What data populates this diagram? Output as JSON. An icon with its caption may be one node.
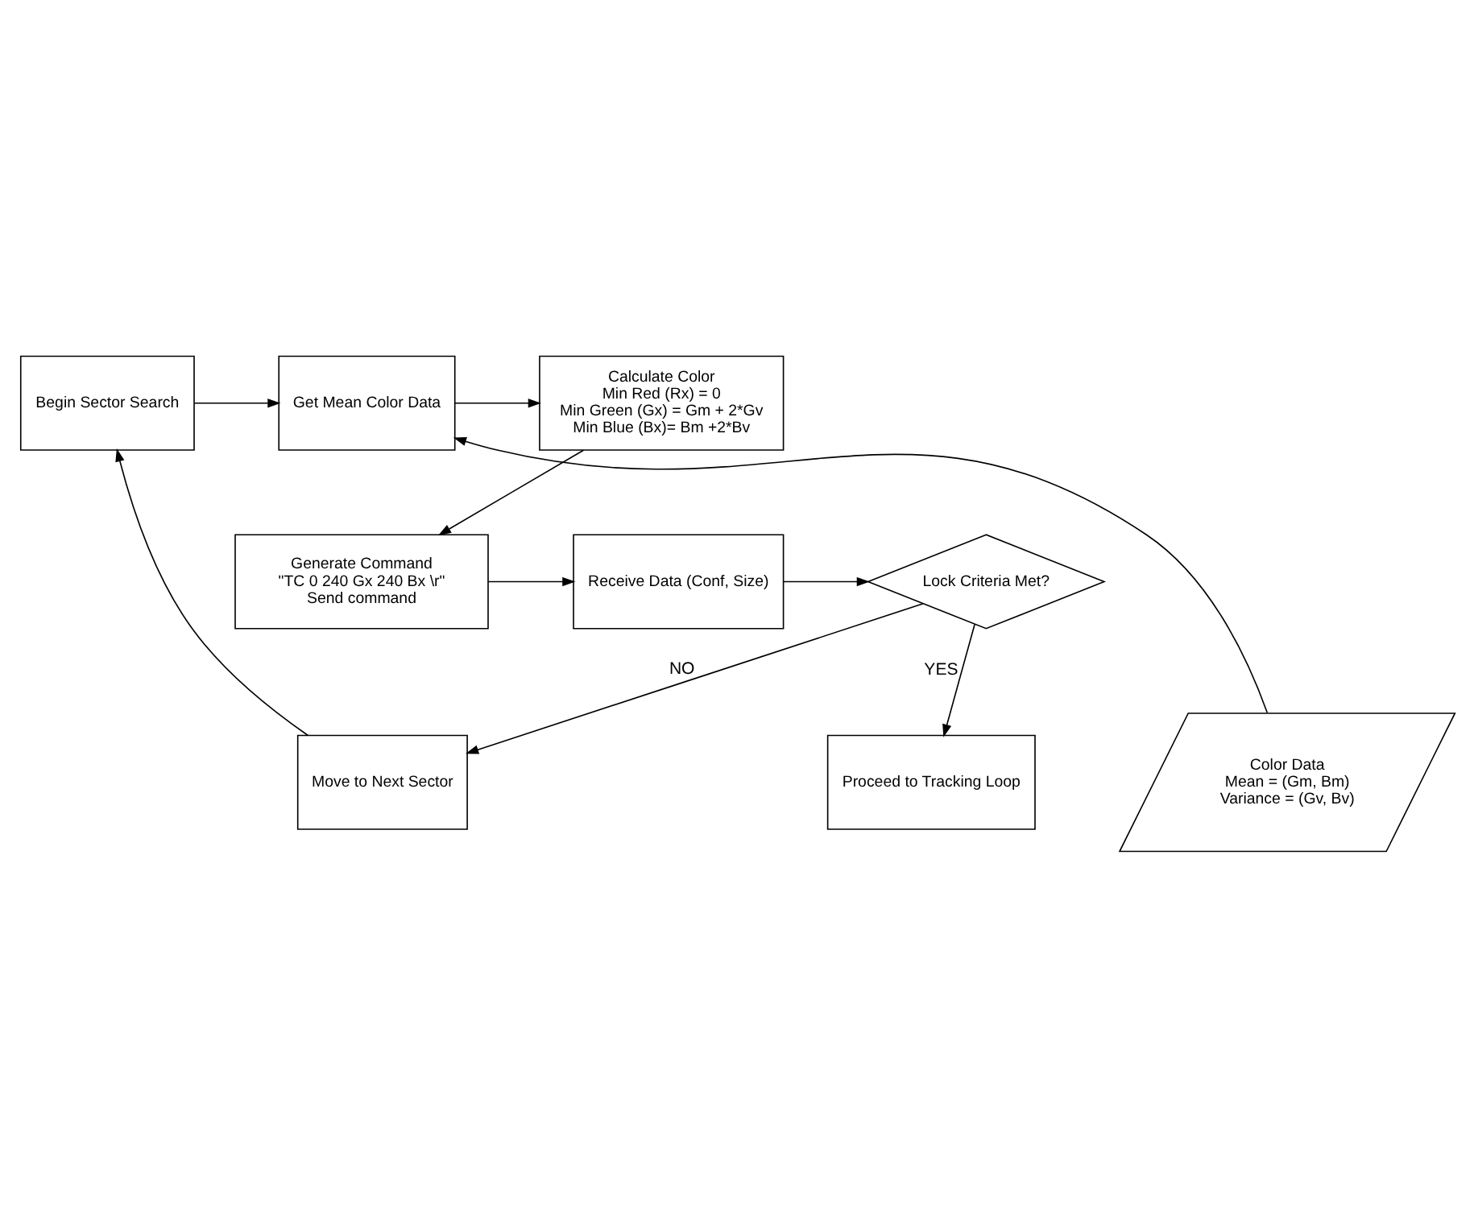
{
  "diagram": {
    "nodes": [
      {
        "text": [
          "Begin Sector Search"
        ]
      },
      {
        "text": [
          "Get Mean Color Data"
        ]
      },
      {
        "text": [
          "Calculate Color",
          "Min Red (Rx) = 0",
          "Min Green (Gx) = Gm + 2*Gv",
          "Min Blue (Bx)= Bm +2*Bv"
        ]
      },
      {
        "text": [
          "Move to Next Sector"
        ]
      },
      {
        "text": [
          "Color Data",
          "Mean = (Gm, Bm)",
          "Variance = (Gv, Bv)"
        ]
      },
      {
        "text": [
          "Lock Criteria Met?"
        ]
      },
      {
        "text": [
          "Receive Data (Conf, Size)"
        ]
      },
      {
        "text": [
          "Generate Command",
          "\"TC 0 240 Gx 240 Bx \\r\"",
          "Send command"
        ]
      },
      {
        "text": [
          "Proceed to Tracking Loop"
        ]
      }
    ],
    "edges": [
      {
        "from": 0,
        "to": 1,
        "arrow": "to"
      },
      {
        "from": 1,
        "to": 2,
        "arrow": "to"
      },
      {
        "from": 4,
        "to": 1,
        "arrow": "to"
      },
      {
        "from": 2,
        "to": 7,
        "arrow": "to"
      },
      {
        "from": 7,
        "to": 6,
        "arrow": "to"
      },
      {
        "from": 6,
        "to": 5,
        "arrow": "to"
      },
      {
        "from": 5,
        "to": 3,
        "label": "NO",
        "arrow": "to"
      },
      {
        "from": 3,
        "to": 0,
        "arrow": "to"
      },
      {
        "from": 5,
        "to": 8,
        "label": "YES",
        "arrow": "to"
      }
    ]
  }
}
